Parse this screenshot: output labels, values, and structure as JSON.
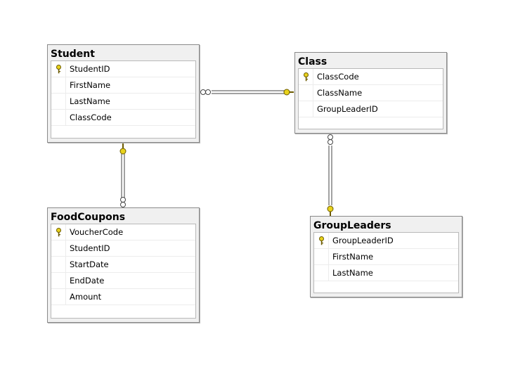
{
  "tables": {
    "student": {
      "name": "Student",
      "columns": [
        {
          "name": "StudentID",
          "key": true
        },
        {
          "name": "FirstName",
          "key": false
        },
        {
          "name": "LastName",
          "key": false
        },
        {
          "name": "ClassCode",
          "key": false
        }
      ]
    },
    "class": {
      "name": "Class",
      "columns": [
        {
          "name": "ClassCode",
          "key": true
        },
        {
          "name": "ClassName",
          "key": false
        },
        {
          "name": "GroupLeaderID",
          "key": false
        }
      ]
    },
    "foodcoupons": {
      "name": "FoodCoupons",
      "columns": [
        {
          "name": "VoucherCode",
          "key": true
        },
        {
          "name": "StudentID",
          "key": false
        },
        {
          "name": "StartDate",
          "key": false
        },
        {
          "name": "EndDate",
          "key": false
        },
        {
          "name": "Amount",
          "key": false
        }
      ]
    },
    "groupleaders": {
      "name": "GroupLeaders",
      "columns": [
        {
          "name": "GroupLeaderID",
          "key": true
        },
        {
          "name": "FirstName",
          "key": false
        },
        {
          "name": "LastName",
          "key": false
        }
      ]
    }
  },
  "relationships": [
    {
      "from": "Student",
      "to": "Class",
      "from_end": "many",
      "to_end": "one"
    },
    {
      "from": "FoodCoupons",
      "to": "Student",
      "from_end": "many",
      "to_end": "one"
    },
    {
      "from": "Class",
      "to": "GroupLeaders",
      "from_end": "many",
      "to_end": "one"
    }
  ],
  "colors": {
    "key_icon": "#e8d21c",
    "key_outline": "#6b5a00",
    "connector": "#444444",
    "table_header_bg": "#f0f0f0",
    "table_border": "#8a8a8a"
  }
}
